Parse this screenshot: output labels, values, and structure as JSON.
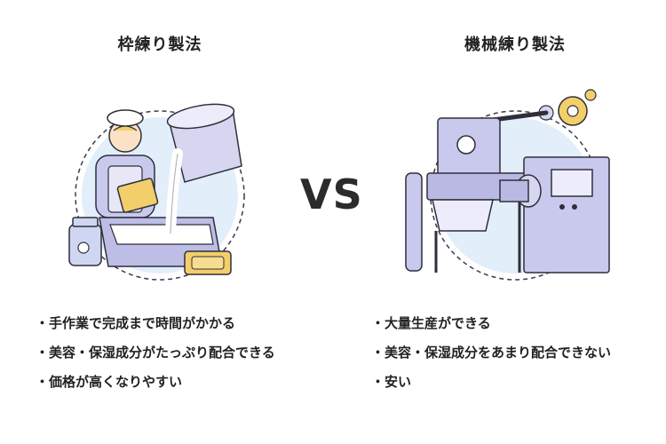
{
  "left": {
    "title": "枠練り製法",
    "points": [
      "・手作業で完成まで時間がかかる",
      "・美容・保湿成分がたっぷり配合できる",
      "・価格が高くなりやすい"
    ]
  },
  "vs_label": "VS",
  "right": {
    "title": "機械練り製法",
    "points": [
      "・大量生産ができる",
      "・美容・保湿成分をあまり配合できない",
      "・安い"
    ]
  },
  "colors": {
    "lavender": "#c9c9ee",
    "cream": "#fcf6da",
    "gold": "#f2cf6a",
    "outline": "#2f2f3a"
  }
}
